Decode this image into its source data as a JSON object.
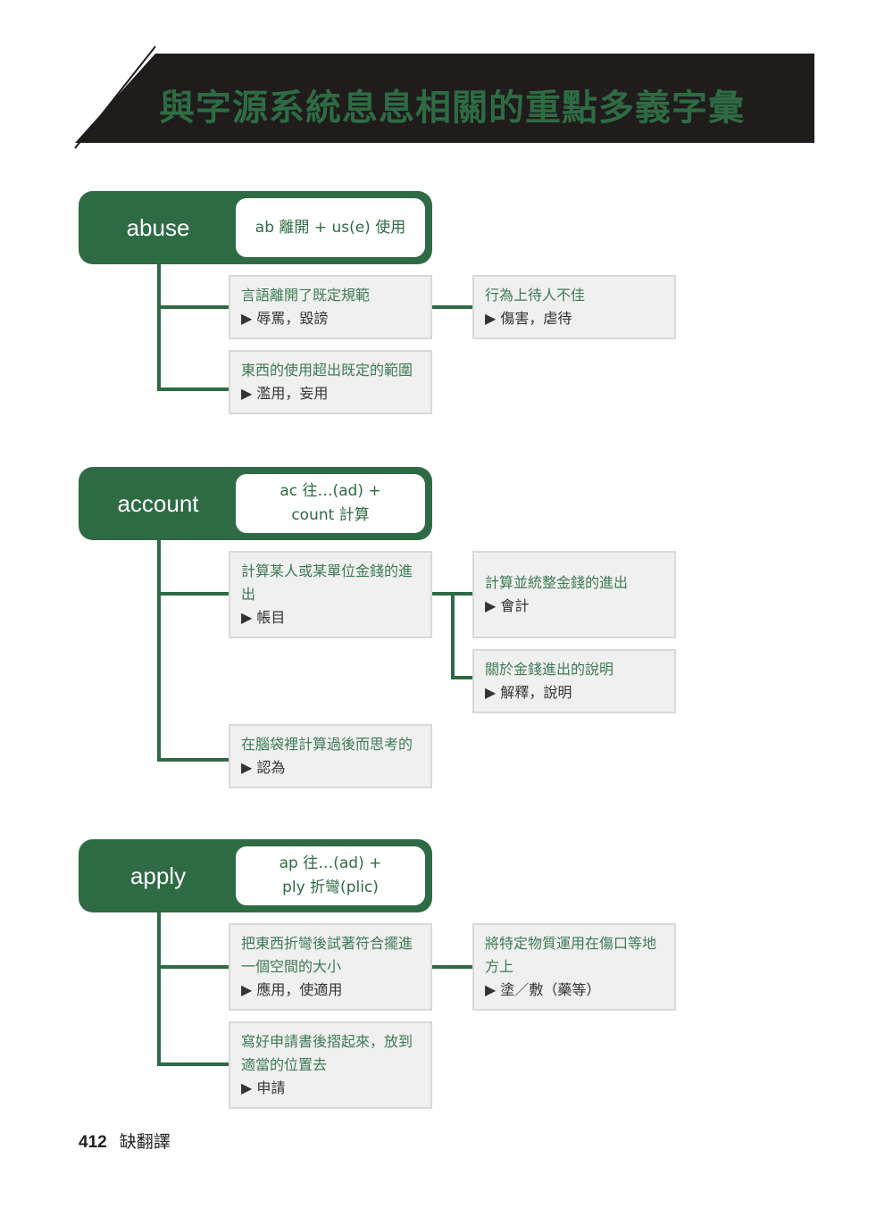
{
  "header": {
    "title": "與字源系統息息相關的重點多義字彙"
  },
  "entries": [
    {
      "word": "abuse",
      "etymology": [
        {
          "en": "ab",
          "zh": " 離開 + ",
          "en2": "us(e)",
          "zh2": " 使用"
        }
      ],
      "etym_lines": [
        "ab 離開 + us(e) 使用"
      ],
      "boxes": [
        {
          "meaning": "言語離開了既定規範",
          "translation": "▶ 辱罵，毀謗"
        },
        {
          "meaning": "行為上待人不佳",
          "translation": "▶ 傷害，虐待"
        },
        {
          "meaning": "東西的使用超出既定的範圍",
          "translation": "▶ 濫用，妄用"
        }
      ]
    },
    {
      "word": "account",
      "etym_lines": [
        "ac 往…(ad) +",
        "count 計算"
      ],
      "boxes": [
        {
          "meaning": "計算某人或某單位金錢的進出",
          "translation": "▶ 帳目"
        },
        {
          "meaning": "計算並統整金錢的進出",
          "translation": "▶ 會計"
        },
        {
          "meaning": "關於金錢進出的說明",
          "translation": "▶ 解釋，說明"
        },
        {
          "meaning": "在腦袋裡計算過後而思考的",
          "translation": "▶ 認為"
        }
      ]
    },
    {
      "word": "apply",
      "etym_lines": [
        "ap 往…(ad) +",
        "ply 折彎(plic)"
      ],
      "boxes": [
        {
          "meaning": "把東西折彎後試著符合擺進一個空間的大小",
          "translation": "▶ 應用，使適用"
        },
        {
          "meaning": "將特定物質運用在傷口等地方上",
          "translation": "▶ 塗／敷（藥等）"
        },
        {
          "meaning": "寫好申請書後摺起來，放到適當的位置去",
          "translation": "▶ 申請"
        }
      ]
    }
  ],
  "footer": {
    "page_number": "412",
    "label": "缺翻譯"
  },
  "colors": {
    "green": "#2e6b44",
    "banner": "#1f1c1b",
    "box_bg": "#f0f0f0"
  }
}
